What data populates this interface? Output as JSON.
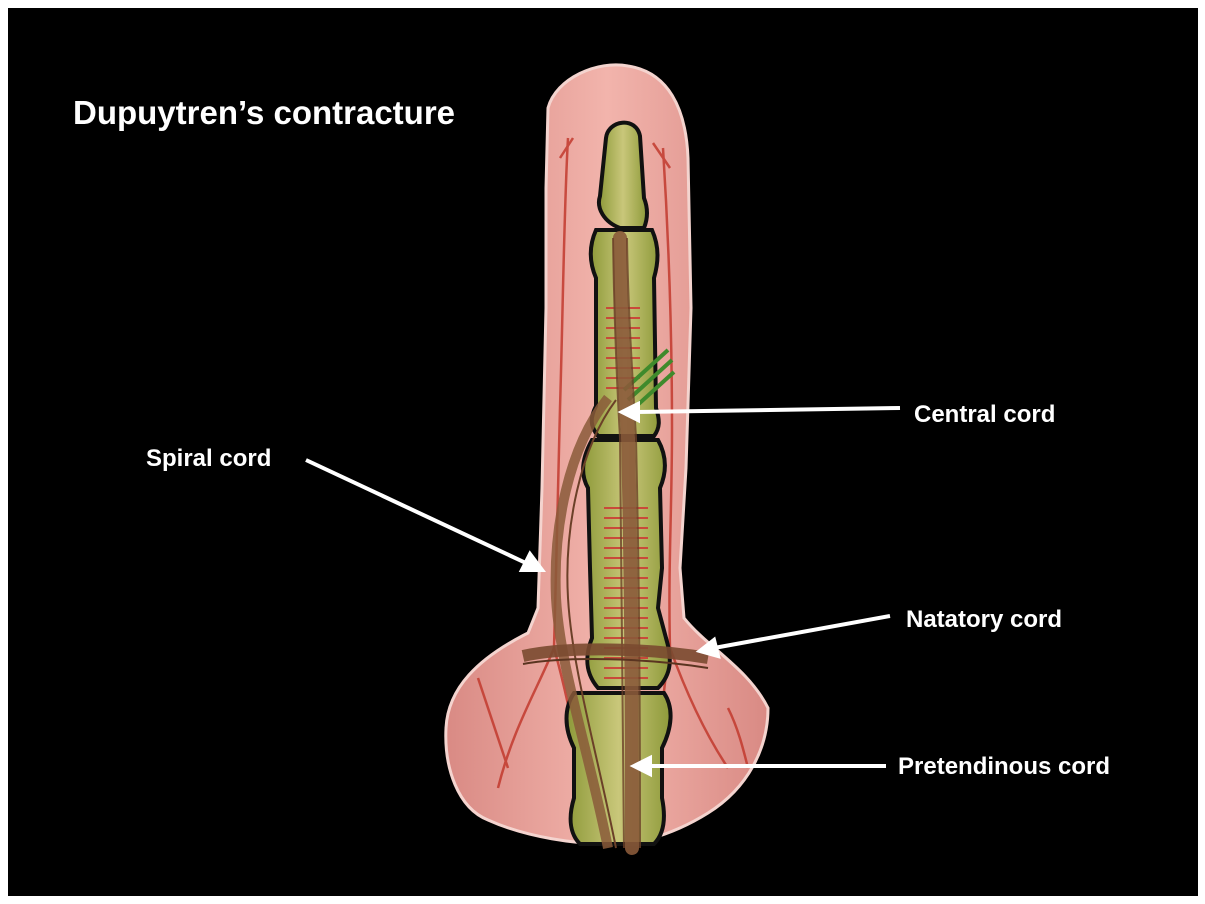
{
  "slide": {
    "title": "Dupuytren’s contracture"
  },
  "labels": {
    "spiral_cord": "Spiral cord",
    "central_cord": "Central cord",
    "natatory_cord": "Natatory cord",
    "pretendinous_cord": "Pretendinous cord"
  },
  "colors": {
    "background": "#000000",
    "text": "#ffffff",
    "skin": "#e9a19a",
    "bone": "#b5b655",
    "cord": "#8a5a3a",
    "vessel": "#c23a2e",
    "nerve": "#3f8a2c"
  }
}
